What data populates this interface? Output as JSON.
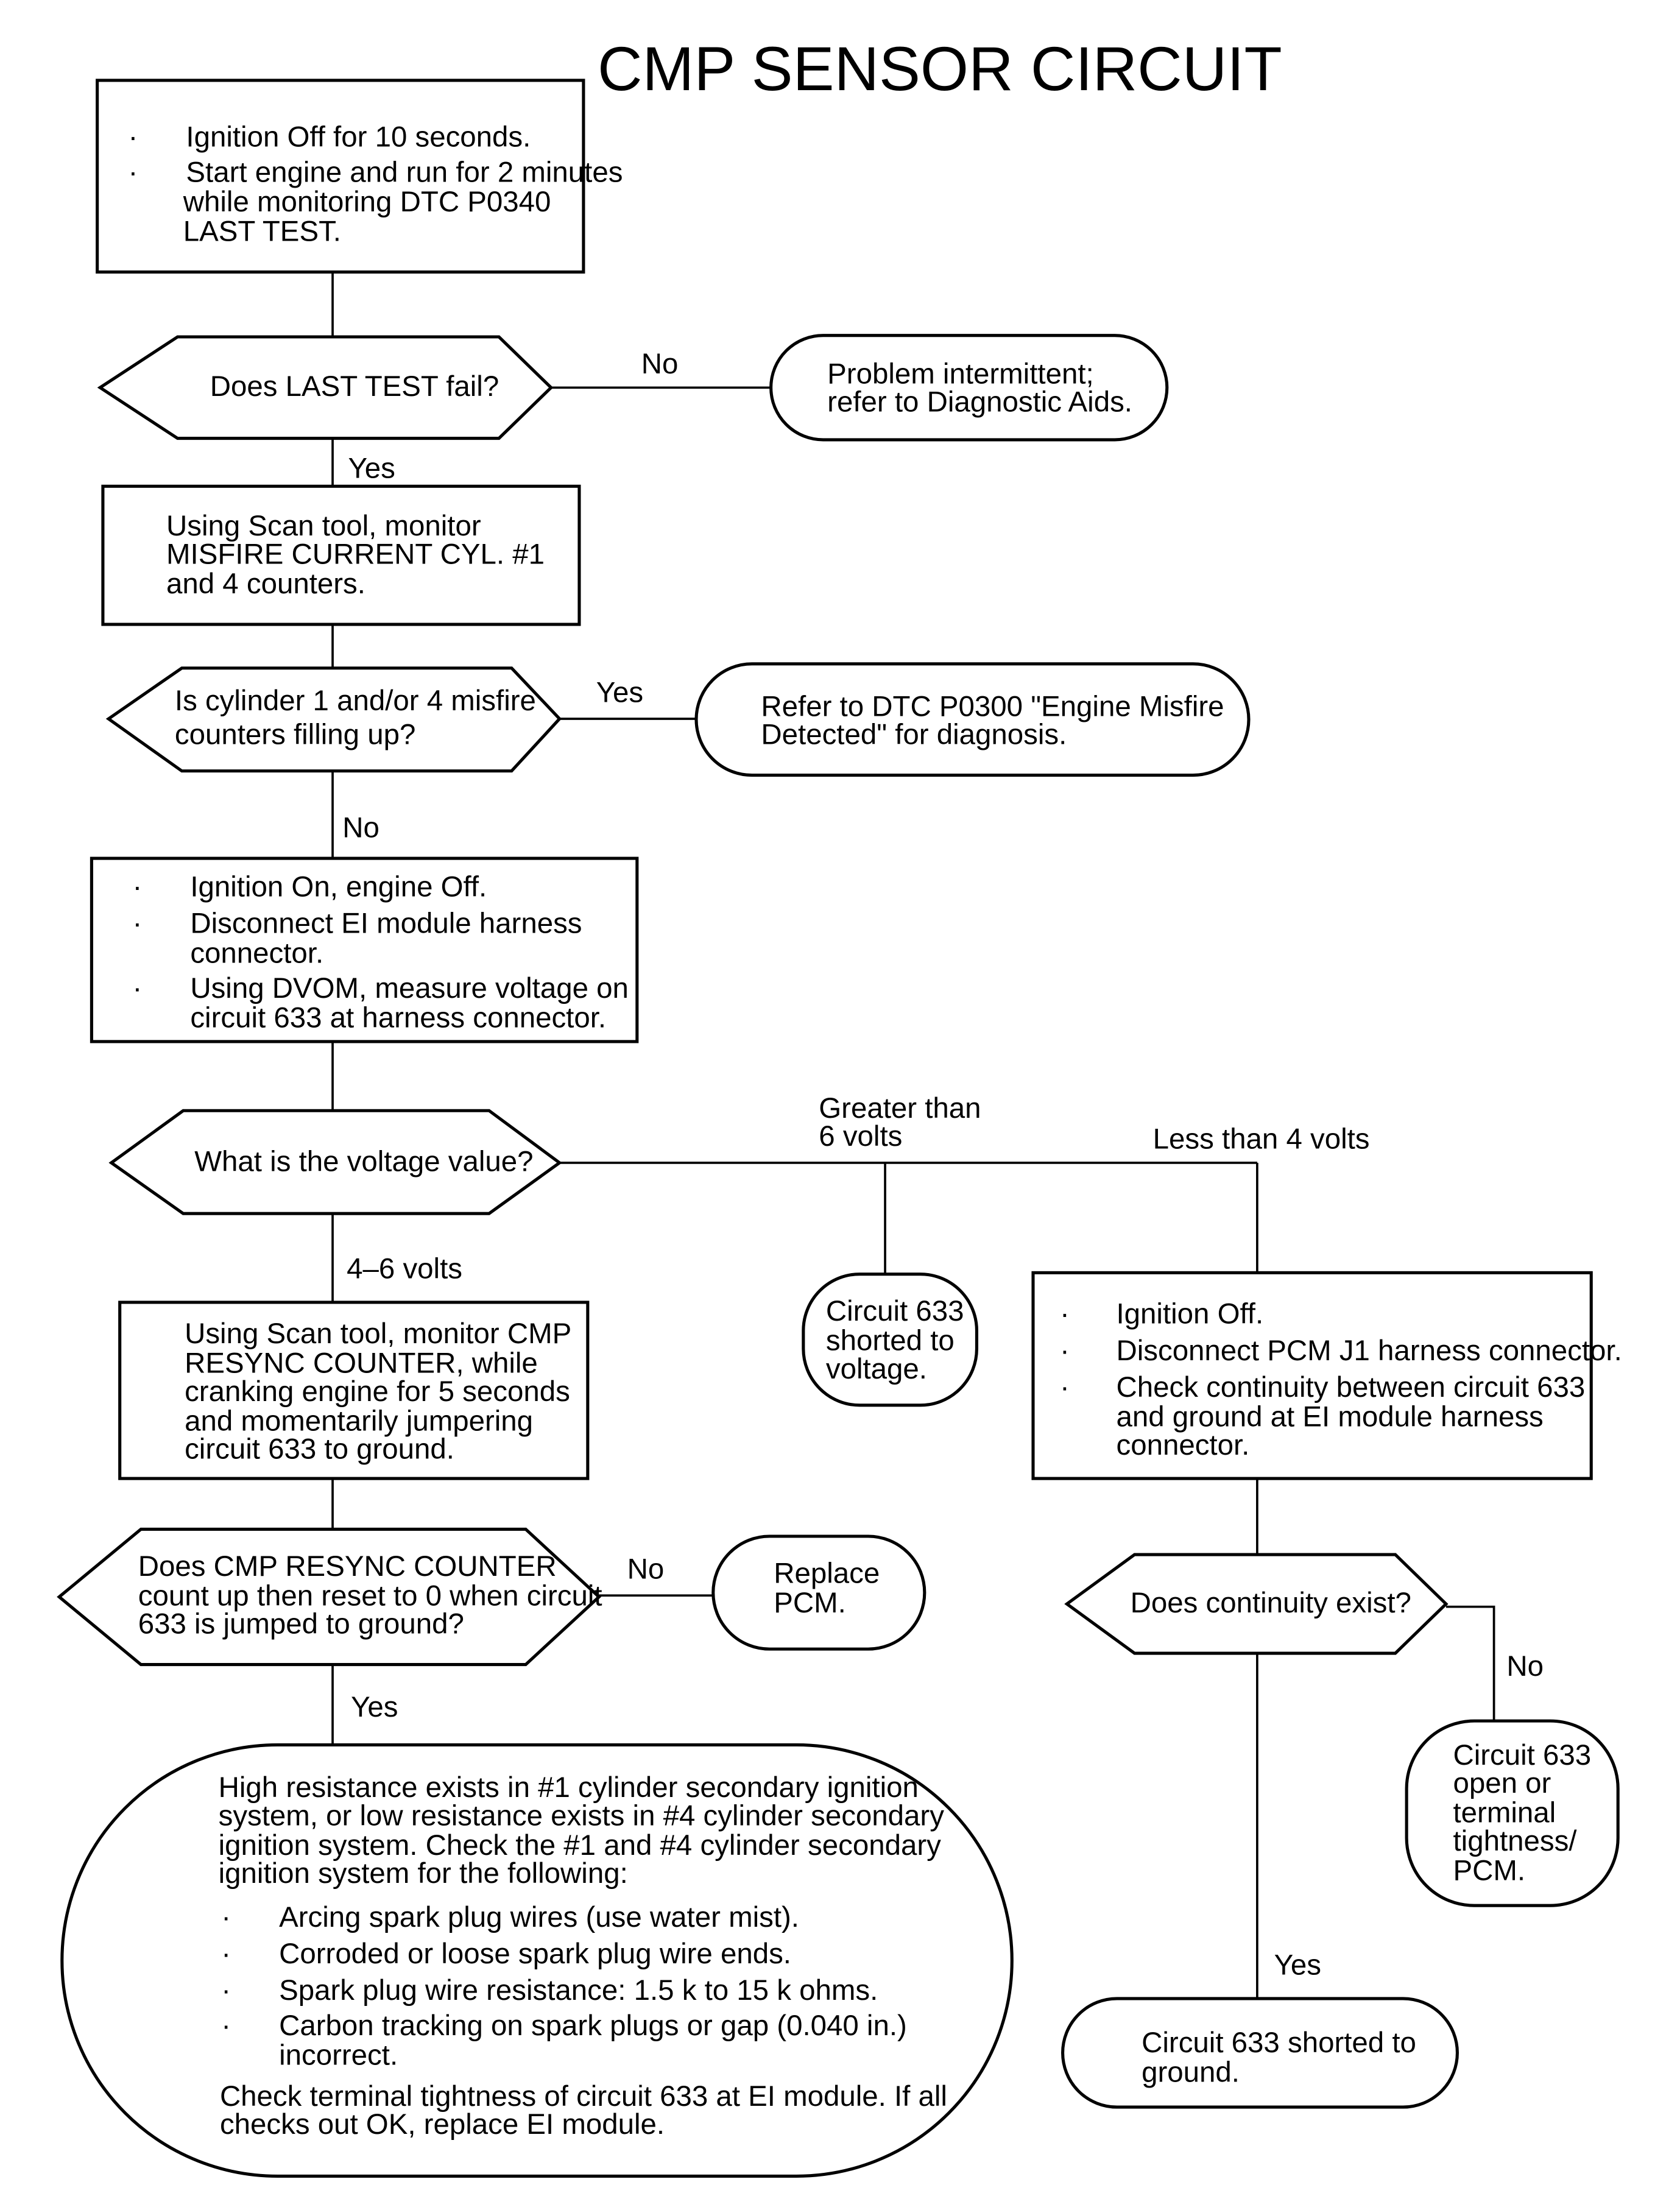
{
  "title": "CMP SENSOR CIRCUIT",
  "bullet": "·",
  "start_box": {
    "bullets": [
      "Ignition Off for 10 seconds.",
      "Start engine and run for 2 minutes",
      "while monitoring DTC P0340",
      "LAST TEST."
    ]
  },
  "q_last_test": {
    "text": "Does LAST TEST fail?",
    "no": "No",
    "yes": "Yes"
  },
  "end_intermittent": {
    "lines": [
      "Problem intermittent;",
      "refer to Diagnostic Aids."
    ]
  },
  "box_misfire_monitor": {
    "lines": [
      "Using Scan tool, monitor",
      "MISFIRE CURRENT CYL. #1",
      "and 4 counters."
    ]
  },
  "q_misfire": {
    "lines": [
      "Is cylinder 1 and/or 4 misfire",
      "counters filling up?"
    ],
    "yes": "Yes",
    "no": "No"
  },
  "end_p0300": {
    "lines": [
      "Refer to DTC P0300 \"Engine Misfire",
      "Detected\" for diagnosis."
    ]
  },
  "box_voltage_check": {
    "lines": [
      "Ignition On, engine Off.",
      "Disconnect EI module harness",
      "connector.",
      "Using DVOM, measure voltage on",
      "circuit 633 at harness connector."
    ]
  },
  "q_voltage": {
    "text": "What is the voltage value?",
    "greater": [
      "Greater than",
      "6 volts"
    ],
    "less": "Less than 4 volts",
    "mid": "4–6 volts"
  },
  "end_shorted_voltage": {
    "lines": [
      "Circuit 633",
      "shorted to",
      "voltage."
    ]
  },
  "box_resync": {
    "lines": [
      "Using Scan tool, monitor CMP",
      "RESYNC COUNTER, while",
      "cranking engine for 5 seconds",
      "and momentarily jumpering",
      "circuit 633 to ground."
    ]
  },
  "box_continuity": {
    "lines": [
      "Ignition Off.",
      "Disconnect PCM J1 harness connector.",
      "Check continuity between circuit 633",
      "and ground at EI module harness",
      "connector."
    ]
  },
  "q_resync": {
    "lines": [
      "Does CMP RESYNC COUNTER",
      "count up then reset to 0 when circuit",
      "633 is jumped to ground?"
    ],
    "no": "No",
    "yes": "Yes"
  },
  "end_replace_pcm": {
    "lines": [
      "Replace",
      "PCM."
    ]
  },
  "q_continuity": {
    "text": "Does continuity exist?",
    "no": "No",
    "yes": "Yes"
  },
  "end_open": {
    "lines": [
      "Circuit 633",
      "open or",
      "terminal",
      "tightness/",
      "PCM."
    ]
  },
  "end_ground": {
    "lines": [
      "Circuit 633 shorted to",
      "ground."
    ]
  },
  "end_secondary": {
    "intro": [
      "High resistance exists in #1 cylinder secondary ignition",
      "system, or low resistance exists in #4 cylinder secondary",
      "ignition system. Check the #1 and #4 cylinder secondary",
      "ignition system for the following:"
    ],
    "items": [
      "Arcing spark plug wires (use water mist).",
      "Corroded or loose spark plug wire ends.",
      "Spark plug wire resistance: 1.5 k to 15 k ohms.",
      "Carbon tracking on spark plugs or gap (0.040 in.)",
      "incorrect."
    ],
    "outro": [
      "Check terminal tightness of circuit 633 at EI module. If all",
      "checks out OK, replace EI module."
    ]
  }
}
